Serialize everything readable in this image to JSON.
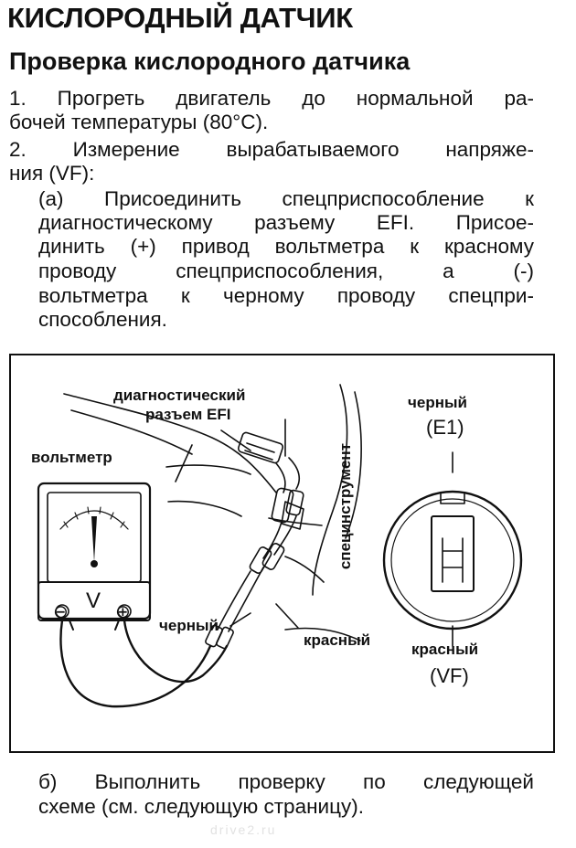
{
  "header": {
    "title": "КИСЛОРОДНЫЙ ДАТЧИК"
  },
  "section": {
    "title": "Проверка кислородного датчика"
  },
  "steps": {
    "s1_l1": "1. Прогреть двигатель до нормальной ра-",
    "s1_l2": "бочей температуры (80°С).",
    "s2_l1": "2. Измерение вырабатываемого напряже-",
    "s2_l2": "ния (VF):",
    "a_l1": "(а) Присоединить спецприспособление к",
    "a_l2": "диагностическому разъему EFI. Присое-",
    "a_l3": "динить (+) привод вольтметра к красному",
    "a_l4": "проводу спецприспособления, а (-)",
    "a_l5": "вольтметра к черному проводу спецпри-",
    "a_l6": "способления."
  },
  "figure": {
    "label_connector_1": "диагностический",
    "label_connector_2": "разъем EFI",
    "label_voltmeter": "вольтметр",
    "label_special_tool": "специнструмент",
    "label_black_wire": "черный",
    "label_red_wire": "красный",
    "meter_symbol": "V",
    "meter_minus": "⊖",
    "meter_plus": "⊕",
    "conn_black_label": "черный",
    "conn_black_pin": "(E1)",
    "conn_red_label": "красный",
    "conn_red_pin": "(VF)"
  },
  "step_b": {
    "b_l1": "б) Выполнить проверку по следующей",
    "b_l2": "схеме (см. следующую страницу)."
  },
  "watermark": "drive2.ru"
}
